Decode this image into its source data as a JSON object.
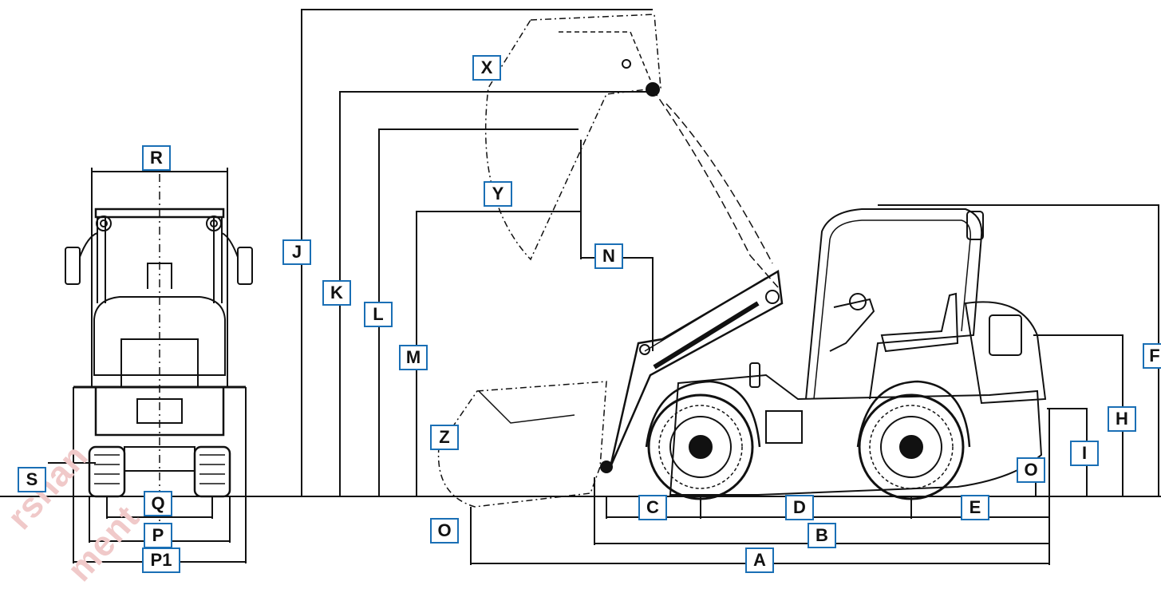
{
  "labels": {
    "A": "A",
    "B": "B",
    "C": "C",
    "D": "D",
    "E": "E",
    "F": "F",
    "H": "H",
    "I": "I",
    "J": "J",
    "K": "K",
    "L": "L",
    "M": "M",
    "N": "N",
    "O": "O",
    "P": "P",
    "P1": "P1",
    "Q": "Q",
    "R": "R",
    "S": "S",
    "X": "X",
    "Y": "Y",
    "Z": "Z"
  },
  "watermark": [
    "rshan",
    "ment"
  ],
  "colors": {
    "label_border": "#1a6fb5",
    "line": "#111111",
    "watermark": "#f0c9c9"
  }
}
